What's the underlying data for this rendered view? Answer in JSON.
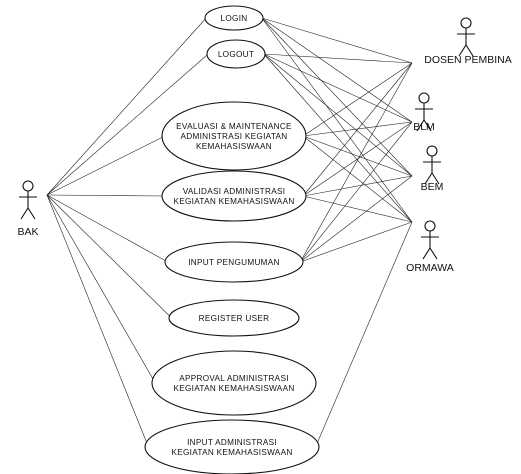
{
  "diagram": {
    "actors": [
      {
        "id": "bak",
        "label": "BAK"
      },
      {
        "id": "dosen",
        "label": "DOSEN PEMBINA"
      },
      {
        "id": "blm",
        "label": "BLM"
      },
      {
        "id": "bem",
        "label": "BEM"
      },
      {
        "id": "ormawa",
        "label": "ORMAWA"
      }
    ],
    "use_cases": [
      {
        "id": "login",
        "lines": [
          "LOGIN"
        ]
      },
      {
        "id": "logout",
        "lines": [
          "LOGOUT"
        ]
      },
      {
        "id": "evaluasi",
        "lines": [
          "EVALUASI & MAINTENANCE",
          "ADMINISTRASI KEGIATAN",
          "KEMAHASISWAAN"
        ]
      },
      {
        "id": "validasi",
        "lines": [
          "VALIDASI ADMINISTRASI",
          "KEGIATAN KEMAHASISWAAN"
        ]
      },
      {
        "id": "pengumuman",
        "lines": [
          "INPUT PENGUMUMAN"
        ]
      },
      {
        "id": "register",
        "lines": [
          "REGISTER USER"
        ]
      },
      {
        "id": "approval",
        "lines": [
          "APPROVAL ADMINISTRASI",
          "KEGIATAN KEMAHASISWAAN"
        ]
      },
      {
        "id": "input-admin",
        "lines": [
          "INPUT ADMINISTRASI",
          "KEGIATAN KEMAHASISWAAN"
        ]
      }
    ],
    "associations": [
      [
        "bak",
        "login"
      ],
      [
        "bak",
        "logout"
      ],
      [
        "bak",
        "evaluasi"
      ],
      [
        "bak",
        "validasi"
      ],
      [
        "bak",
        "pengumuman"
      ],
      [
        "bak",
        "register"
      ],
      [
        "bak",
        "approval"
      ],
      [
        "bak",
        "input-admin"
      ],
      [
        "dosen",
        "login"
      ],
      [
        "dosen",
        "logout"
      ],
      [
        "dosen",
        "evaluasi"
      ],
      [
        "dosen",
        "validasi"
      ],
      [
        "dosen",
        "pengumuman"
      ],
      [
        "blm",
        "login"
      ],
      [
        "blm",
        "logout"
      ],
      [
        "blm",
        "evaluasi"
      ],
      [
        "blm",
        "validasi"
      ],
      [
        "blm",
        "pengumuman"
      ],
      [
        "bem",
        "login"
      ],
      [
        "bem",
        "logout"
      ],
      [
        "bem",
        "evaluasi"
      ],
      [
        "bem",
        "validasi"
      ],
      [
        "bem",
        "pengumuman"
      ],
      [
        "ormawa",
        "login"
      ],
      [
        "ormawa",
        "logout"
      ],
      [
        "ormawa",
        "evaluasi"
      ],
      [
        "ormawa",
        "validasi"
      ],
      [
        "ormawa",
        "pengumuman"
      ],
      [
        "ormawa",
        "input-admin"
      ]
    ]
  }
}
